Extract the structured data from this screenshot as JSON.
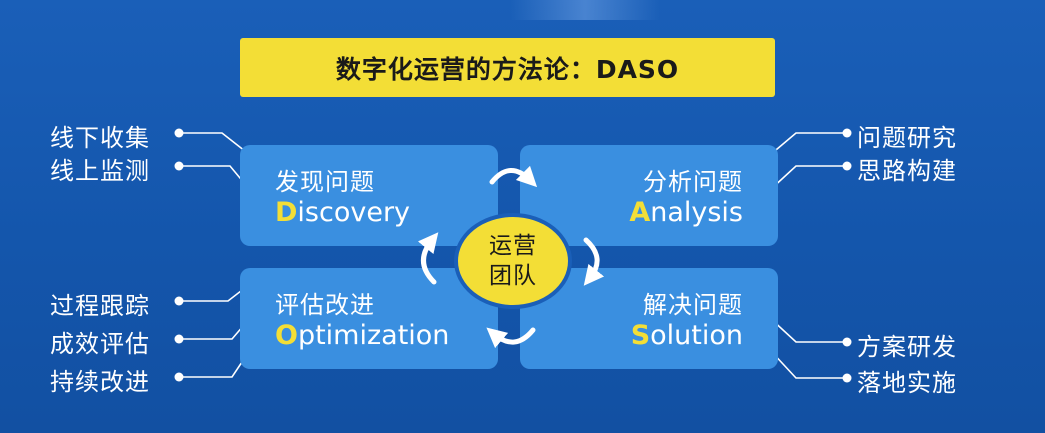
{
  "title": "数字化运营的方法论：DASO",
  "center": {
    "line1": "运营",
    "line2": "团队"
  },
  "quadrants": {
    "discovery": {
      "title": "发现问题",
      "letter": "D",
      "rest": "iscovery"
    },
    "analysis": {
      "title": "分析问题",
      "letter": "A",
      "rest": "nalysis"
    },
    "optimization": {
      "title": "评估改进",
      "letter": "O",
      "rest": "ptimization"
    },
    "solution": {
      "title": "解决问题",
      "letter": "S",
      "rest": "olution"
    }
  },
  "left_labels": {
    "top": [
      "线下收集",
      "线上监测"
    ],
    "bottom": [
      "过程跟踪",
      "成效评估",
      "持续改进"
    ]
  },
  "right_labels": {
    "top": [
      "问题研究",
      "思路构建"
    ],
    "bottom": [
      "方案研发",
      "落地实施"
    ]
  },
  "colors": {
    "background": "#1a5fb8",
    "accent_yellow": "#f3de36",
    "box_blue": "#3a8fe0",
    "text": "#ffffff"
  }
}
